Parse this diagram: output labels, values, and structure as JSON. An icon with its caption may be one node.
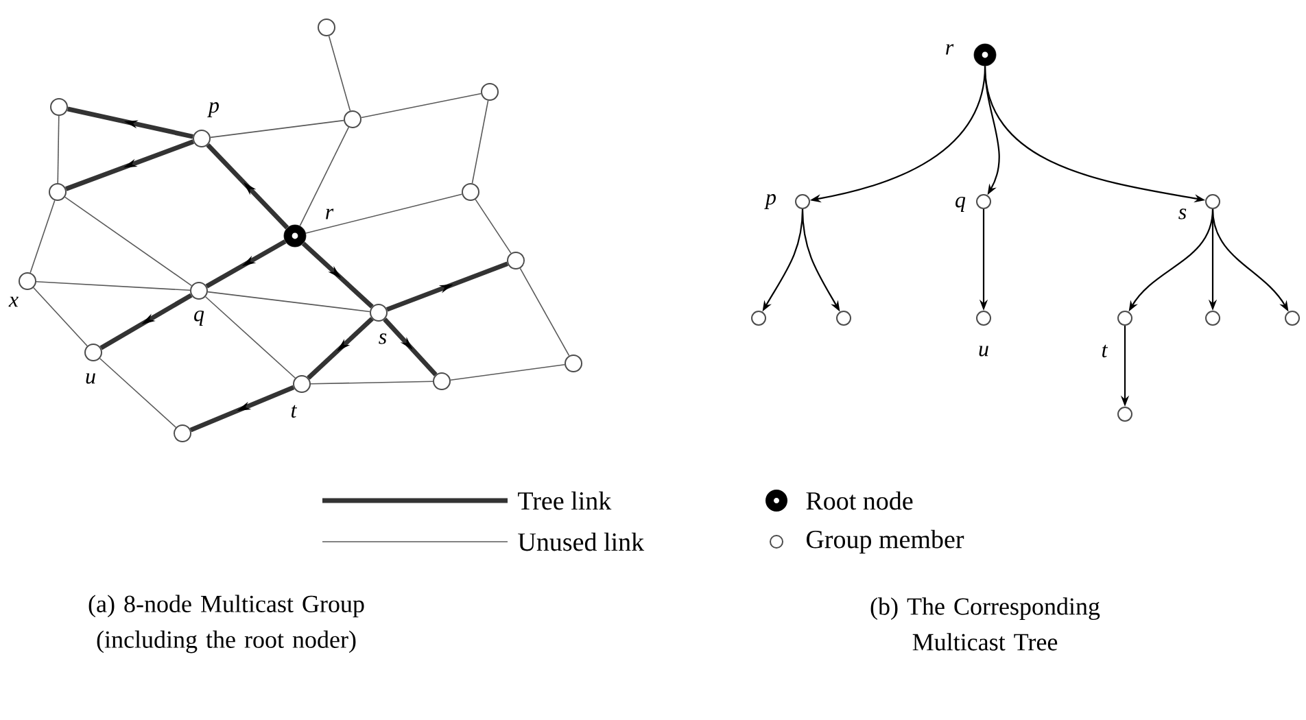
{
  "diagram": {
    "nodes": [
      {
        "text": [],
        "shape": "circle"
      },
      {
        "text": [],
        "shape": "circle"
      },
      {
        "text": [],
        "shape": "circle",
        "beside": [
          "p"
        ]
      },
      {
        "text": [],
        "shape": "circle"
      },
      {
        "text": [],
        "shape": "circle"
      },
      {
        "text": [],
        "shape": "circle"
      },
      {
        "text": [],
        "shape": "circle",
        "beside": [
          "r"
        ]
      },
      {
        "text": [],
        "shape": "circle"
      },
      {
        "text": [],
        "shape": "circle",
        "beside": [
          "x"
        ]
      },
      {
        "text": [],
        "shape": "circle",
        "beside": [
          "q"
        ]
      },
      {
        "text": [],
        "shape": "circle"
      },
      {
        "text": [],
        "shape": "circle",
        "beside": [
          "u"
        ]
      },
      {
        "text": [],
        "shape": "circle",
        "beside": [
          "s"
        ]
      },
      {
        "text": [],
        "shape": "circle"
      },
      {
        "text": [],
        "shape": "circle",
        "beside": [
          "t"
        ]
      },
      {
        "text": [],
        "shape": "circle"
      },
      {
        "text": [],
        "shape": "circle"
      },
      {
        "text": [],
        "shape": "circle",
        "beside": [
          "r"
        ]
      },
      {
        "text": [],
        "shape": "circle",
        "beside": [
          "p"
        ]
      },
      {
        "text": [],
        "shape": "circle",
        "beside": [
          "q"
        ]
      },
      {
        "text": [],
        "shape": "circle",
        "beside": [
          "s"
        ]
      },
      {
        "text": [],
        "shape": "circle"
      },
      {
        "text": [],
        "shape": "circle"
      },
      {
        "text": [],
        "shape": "circle",
        "beside": [
          "u"
        ]
      },
      {
        "text": [],
        "shape": "circle",
        "beside": [
          "t"
        ]
      },
      {
        "text": [],
        "shape": "circle"
      },
      {
        "text": [],
        "shape": "circle"
      },
      {
        "text": [],
        "shape": "circle"
      }
    ],
    "edges": [
      {
        "from": 0,
        "to": 3,
        "arrow": "none"
      },
      {
        "from": 2,
        "to": 1,
        "arrow": "to",
        "style": "thick"
      },
      {
        "from": 2,
        "to": 3,
        "arrow": "none"
      },
      {
        "from": 3,
        "to": 6,
        "arrow": "none"
      },
      {
        "from": 3,
        "to": 4,
        "arrow": "none"
      },
      {
        "from": 4,
        "to": 7,
        "arrow": "none"
      },
      {
        "from": 1,
        "to": 5,
        "arrow": "none"
      },
      {
        "from": 2,
        "to": 5,
        "arrow": "to",
        "style": "thick"
      },
      {
        "from": 6,
        "to": 2,
        "arrow": "to",
        "style": "thick"
      },
      {
        "from": 5,
        "to": 9,
        "arrow": "none"
      },
      {
        "from": 5,
        "to": 8,
        "arrow": "none"
      },
      {
        "from": 6,
        "to": 7,
        "arrow": "none"
      },
      {
        "from": 6,
        "to": 9,
        "arrow": "to",
        "style": "thick"
      },
      {
        "from": 6,
        "to": 12,
        "arrow": "to",
        "style": "thick"
      },
      {
        "from": 7,
        "to": 10,
        "arrow": "none"
      },
      {
        "from": 8,
        "to": 9,
        "arrow": "none"
      },
      {
        "from": 8,
        "to": 11,
        "arrow": "none"
      },
      {
        "from": 9,
        "to": 11,
        "arrow": "to",
        "style": "thick"
      },
      {
        "from": 9,
        "to": 12,
        "arrow": "none"
      },
      {
        "from": 9,
        "to": 14,
        "arrow": "none"
      },
      {
        "from": 12,
        "to": 10,
        "arrow": "to",
        "style": "thick"
      },
      {
        "from": 12,
        "to": 14,
        "arrow": "to",
        "style": "thick"
      },
      {
        "from": 12,
        "to": 13,
        "arrow": "to",
        "style": "thick"
      },
      {
        "from": 14,
        "to": 13,
        "arrow": "none"
      },
      {
        "from": 13,
        "to": 15,
        "arrow": "none"
      },
      {
        "from": 10,
        "to": 15,
        "arrow": "none"
      },
      {
        "from": 11,
        "to": 16,
        "arrow": "none"
      },
      {
        "from": 14,
        "to": 16,
        "arrow": "to",
        "style": "thick"
      },
      {
        "from": 17,
        "to": 18,
        "arrow": "to"
      },
      {
        "from": 17,
        "to": 19,
        "arrow": "to"
      },
      {
        "from": 17,
        "to": 20,
        "arrow": "to"
      },
      {
        "from": 18,
        "to": 21,
        "arrow": "to"
      },
      {
        "from": 18,
        "to": 22,
        "arrow": "to"
      },
      {
        "from": 19,
        "to": 23,
        "arrow": "to"
      },
      {
        "from": 20,
        "to": 24,
        "arrow": "to"
      },
      {
        "from": 20,
        "to": 25,
        "arrow": "to"
      },
      {
        "from": 20,
        "to": 26,
        "arrow": "to"
      },
      {
        "from": 24,
        "to": 27,
        "arrow": "to"
      }
    ],
    "labels": [
      "(a) 8-node Multicast Group (including the root noder)",
      "(b) The Corresponding Multicast Tree"
    ],
    "legend": [
      {
        "text": "Tree link"
      },
      {
        "text": "Unused link"
      },
      {
        "text": "Root node"
      },
      {
        "text": "Group member"
      }
    ]
  }
}
